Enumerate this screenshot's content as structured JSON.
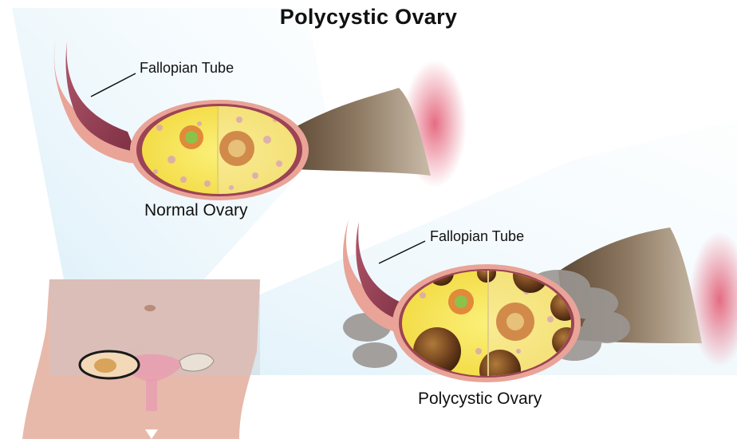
{
  "title": "Polycystic Ovary",
  "normal_panel": {
    "tube_label": "Fallopian Tube",
    "caption": "Normal Ovary"
  },
  "pcos_panel": {
    "tube_label": "Fallopian Tube",
    "caption": "Polycystic Ovary"
  },
  "colors": {
    "tube_outer": "#e9a497",
    "tube_inner": "#9c4356",
    "ovary_tissue": "#f5e24a",
    "cyst": "#6a3b1c",
    "beam": "#bfe3f5",
    "skin": "#e7b3a2",
    "highlight_ring": "#1a1a1a"
  }
}
